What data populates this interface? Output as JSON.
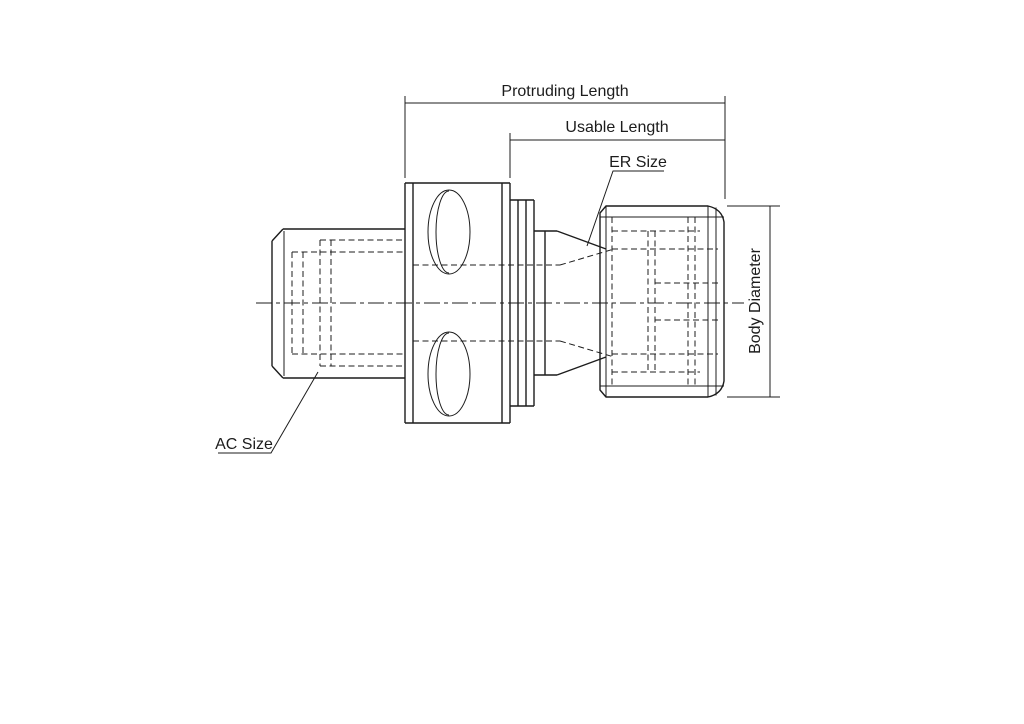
{
  "diagram": {
    "labels": {
      "protruding_length": "Protruding Length",
      "usable_length": "Usable Length",
      "er_size": "ER Size",
      "body_diameter": "Body Diameter",
      "ac_size": "AC Size"
    },
    "colors": {
      "line": "#1c1c1c",
      "background": "#ffffff"
    }
  }
}
